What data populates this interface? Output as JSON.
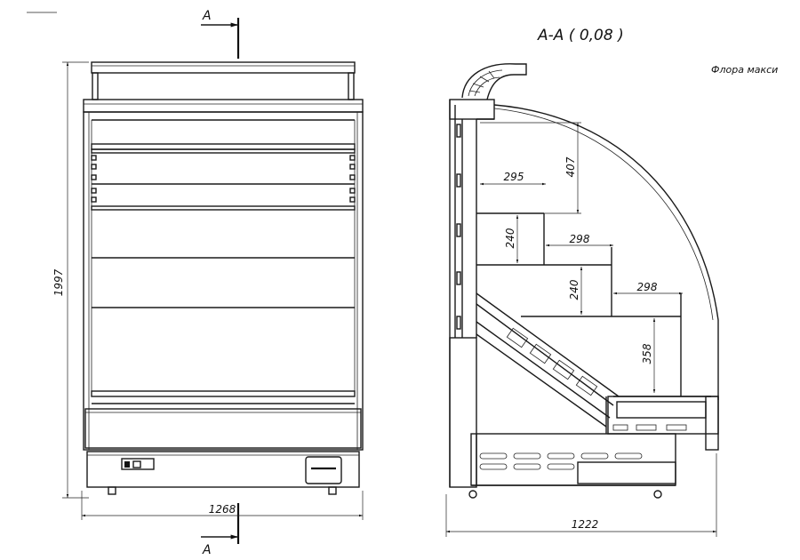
{
  "front_view": {
    "section_label_top": "A",
    "section_label_bottom": "A",
    "height_dim": "1997",
    "width_dim": "1268"
  },
  "section_view": {
    "title": "A-A ( 0,08 )",
    "model_name": "Флора макси",
    "dims": [
      "407",
      "295",
      "240",
      "298",
      "240",
      "298",
      "358"
    ],
    "depth_dim": "1222"
  }
}
